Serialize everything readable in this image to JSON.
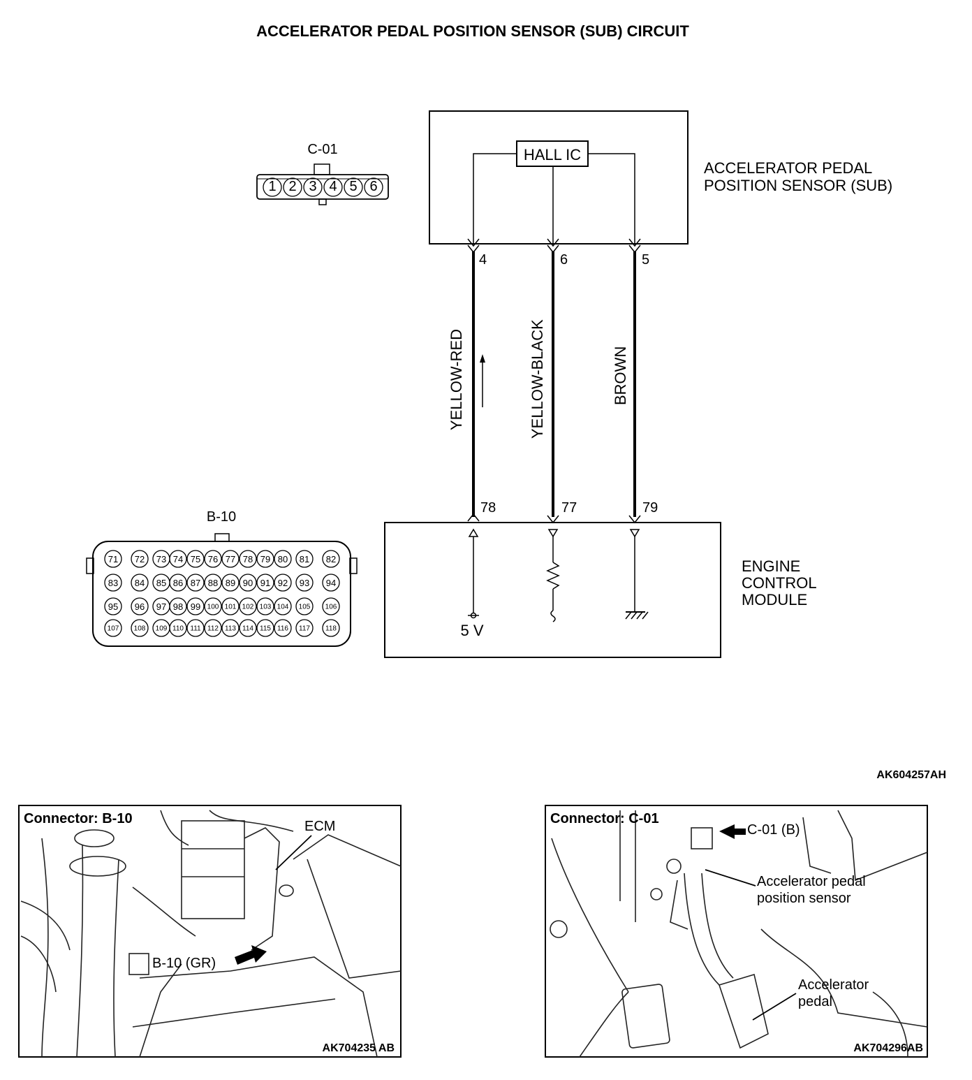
{
  "title": "ACCELERATOR PEDAL POSITION SENSOR (SUB) CIRCUIT",
  "sensor": {
    "ic_label": "HALL IC",
    "name_line1": "ACCELERATOR PEDAL",
    "name_line2": "POSITION SENSOR (SUB)",
    "pins": [
      "4",
      "6",
      "5"
    ]
  },
  "wires": [
    "YELLOW-RED",
    "YELLOW-BLACK",
    "BROWN"
  ],
  "ecm": {
    "pins": [
      "78",
      "77",
      "79"
    ],
    "name_line1": "ENGINE",
    "name_line2": "CONTROL",
    "name_line3": "MODULE",
    "supply_label": "5 V"
  },
  "connector_c01": {
    "label": "C-01",
    "pins": [
      "1",
      "2",
      "3",
      "4",
      "5",
      "6"
    ]
  },
  "connector_b10": {
    "label": "B-10",
    "rows": [
      [
        "71",
        "72",
        "73",
        "74",
        "75",
        "76",
        "77",
        "78",
        "79",
        "80",
        "81",
        "82"
      ],
      [
        "83",
        "84",
        "85",
        "86",
        "87",
        "88",
        "89",
        "90",
        "91",
        "92",
        "93",
        "94"
      ],
      [
        "95",
        "96",
        "97",
        "98",
        "99",
        "100",
        "101",
        "102",
        "103",
        "104",
        "105",
        "106"
      ],
      [
        "107",
        "108",
        "109",
        "110",
        "111",
        "112",
        "113",
        "114",
        "115",
        "116",
        "117",
        "118"
      ]
    ]
  },
  "figure_code": "AK604257AH",
  "photo_left": {
    "header": "Connector: B-10",
    "ecm_label": "ECM",
    "connector_label": "B-10 (GR)",
    "code": "AK704235 AB"
  },
  "photo_right": {
    "header": "Connector: C-01",
    "connector_label": "C-01 (B)",
    "sensor_line1": "Accelerator pedal",
    "sensor_line2": "position sensor",
    "pedal_line1": "Accelerator",
    "pedal_line2": "pedal",
    "code": "AK704296AB"
  }
}
